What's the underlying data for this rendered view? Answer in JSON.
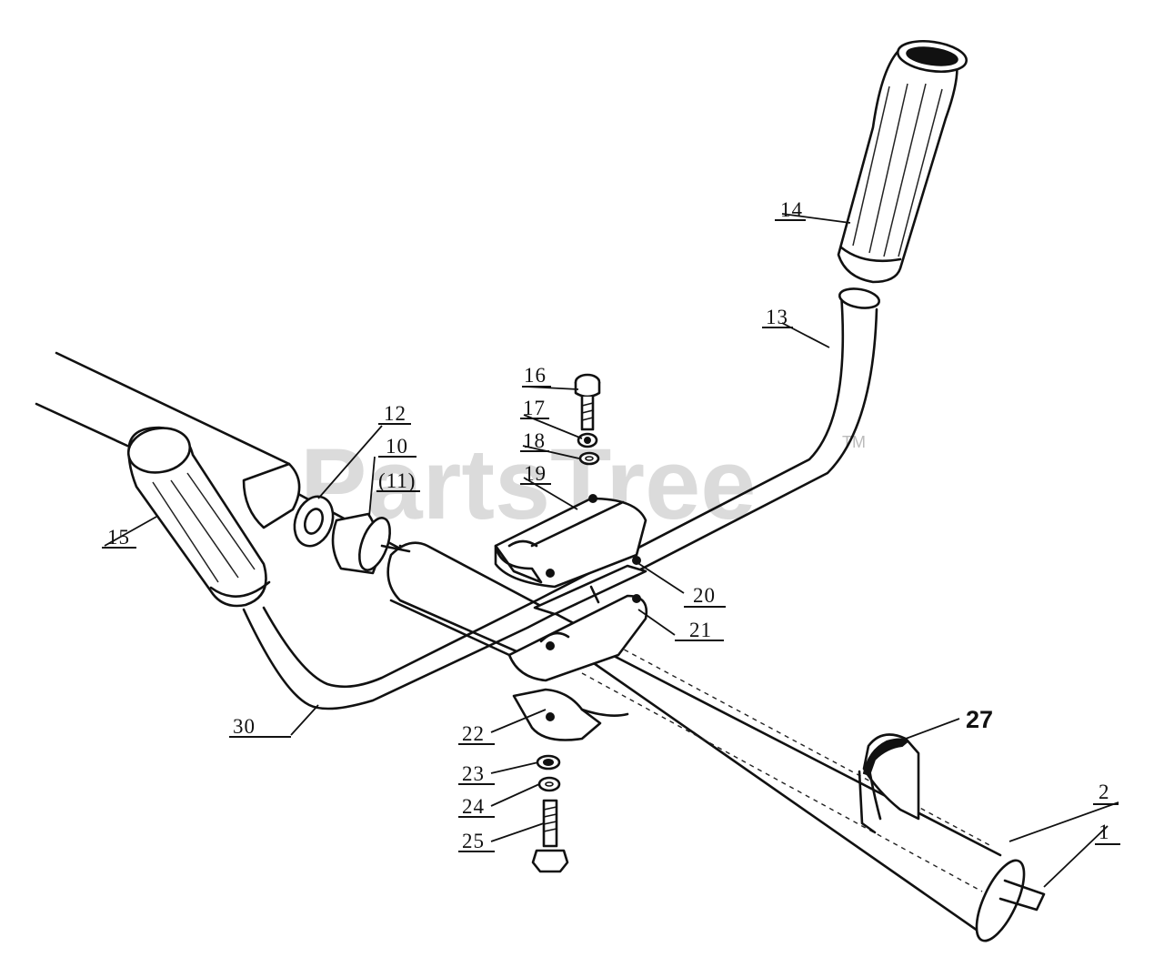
{
  "watermark": {
    "brand": "PartsTree",
    "trademark": "TM"
  },
  "callouts": [
    {
      "id": "c1",
      "label": "1"
    },
    {
      "id": "c2",
      "label": "2"
    },
    {
      "id": "c10",
      "label": "10"
    },
    {
      "id": "c11",
      "label": "(11)"
    },
    {
      "id": "c12",
      "label": "12"
    },
    {
      "id": "c13",
      "label": "13"
    },
    {
      "id": "c14",
      "label": "14"
    },
    {
      "id": "c15",
      "label": "15"
    },
    {
      "id": "c16",
      "label": "16"
    },
    {
      "id": "c17",
      "label": "17"
    },
    {
      "id": "c18",
      "label": "18"
    },
    {
      "id": "c19",
      "label": "19"
    },
    {
      "id": "c20",
      "label": "20"
    },
    {
      "id": "c21",
      "label": "21"
    },
    {
      "id": "c22",
      "label": "22"
    },
    {
      "id": "c23",
      "label": "23"
    },
    {
      "id": "c24",
      "label": "24"
    },
    {
      "id": "c25",
      "label": "25"
    },
    {
      "id": "c27",
      "label": "27"
    },
    {
      "id": "c30",
      "label": "30"
    }
  ]
}
